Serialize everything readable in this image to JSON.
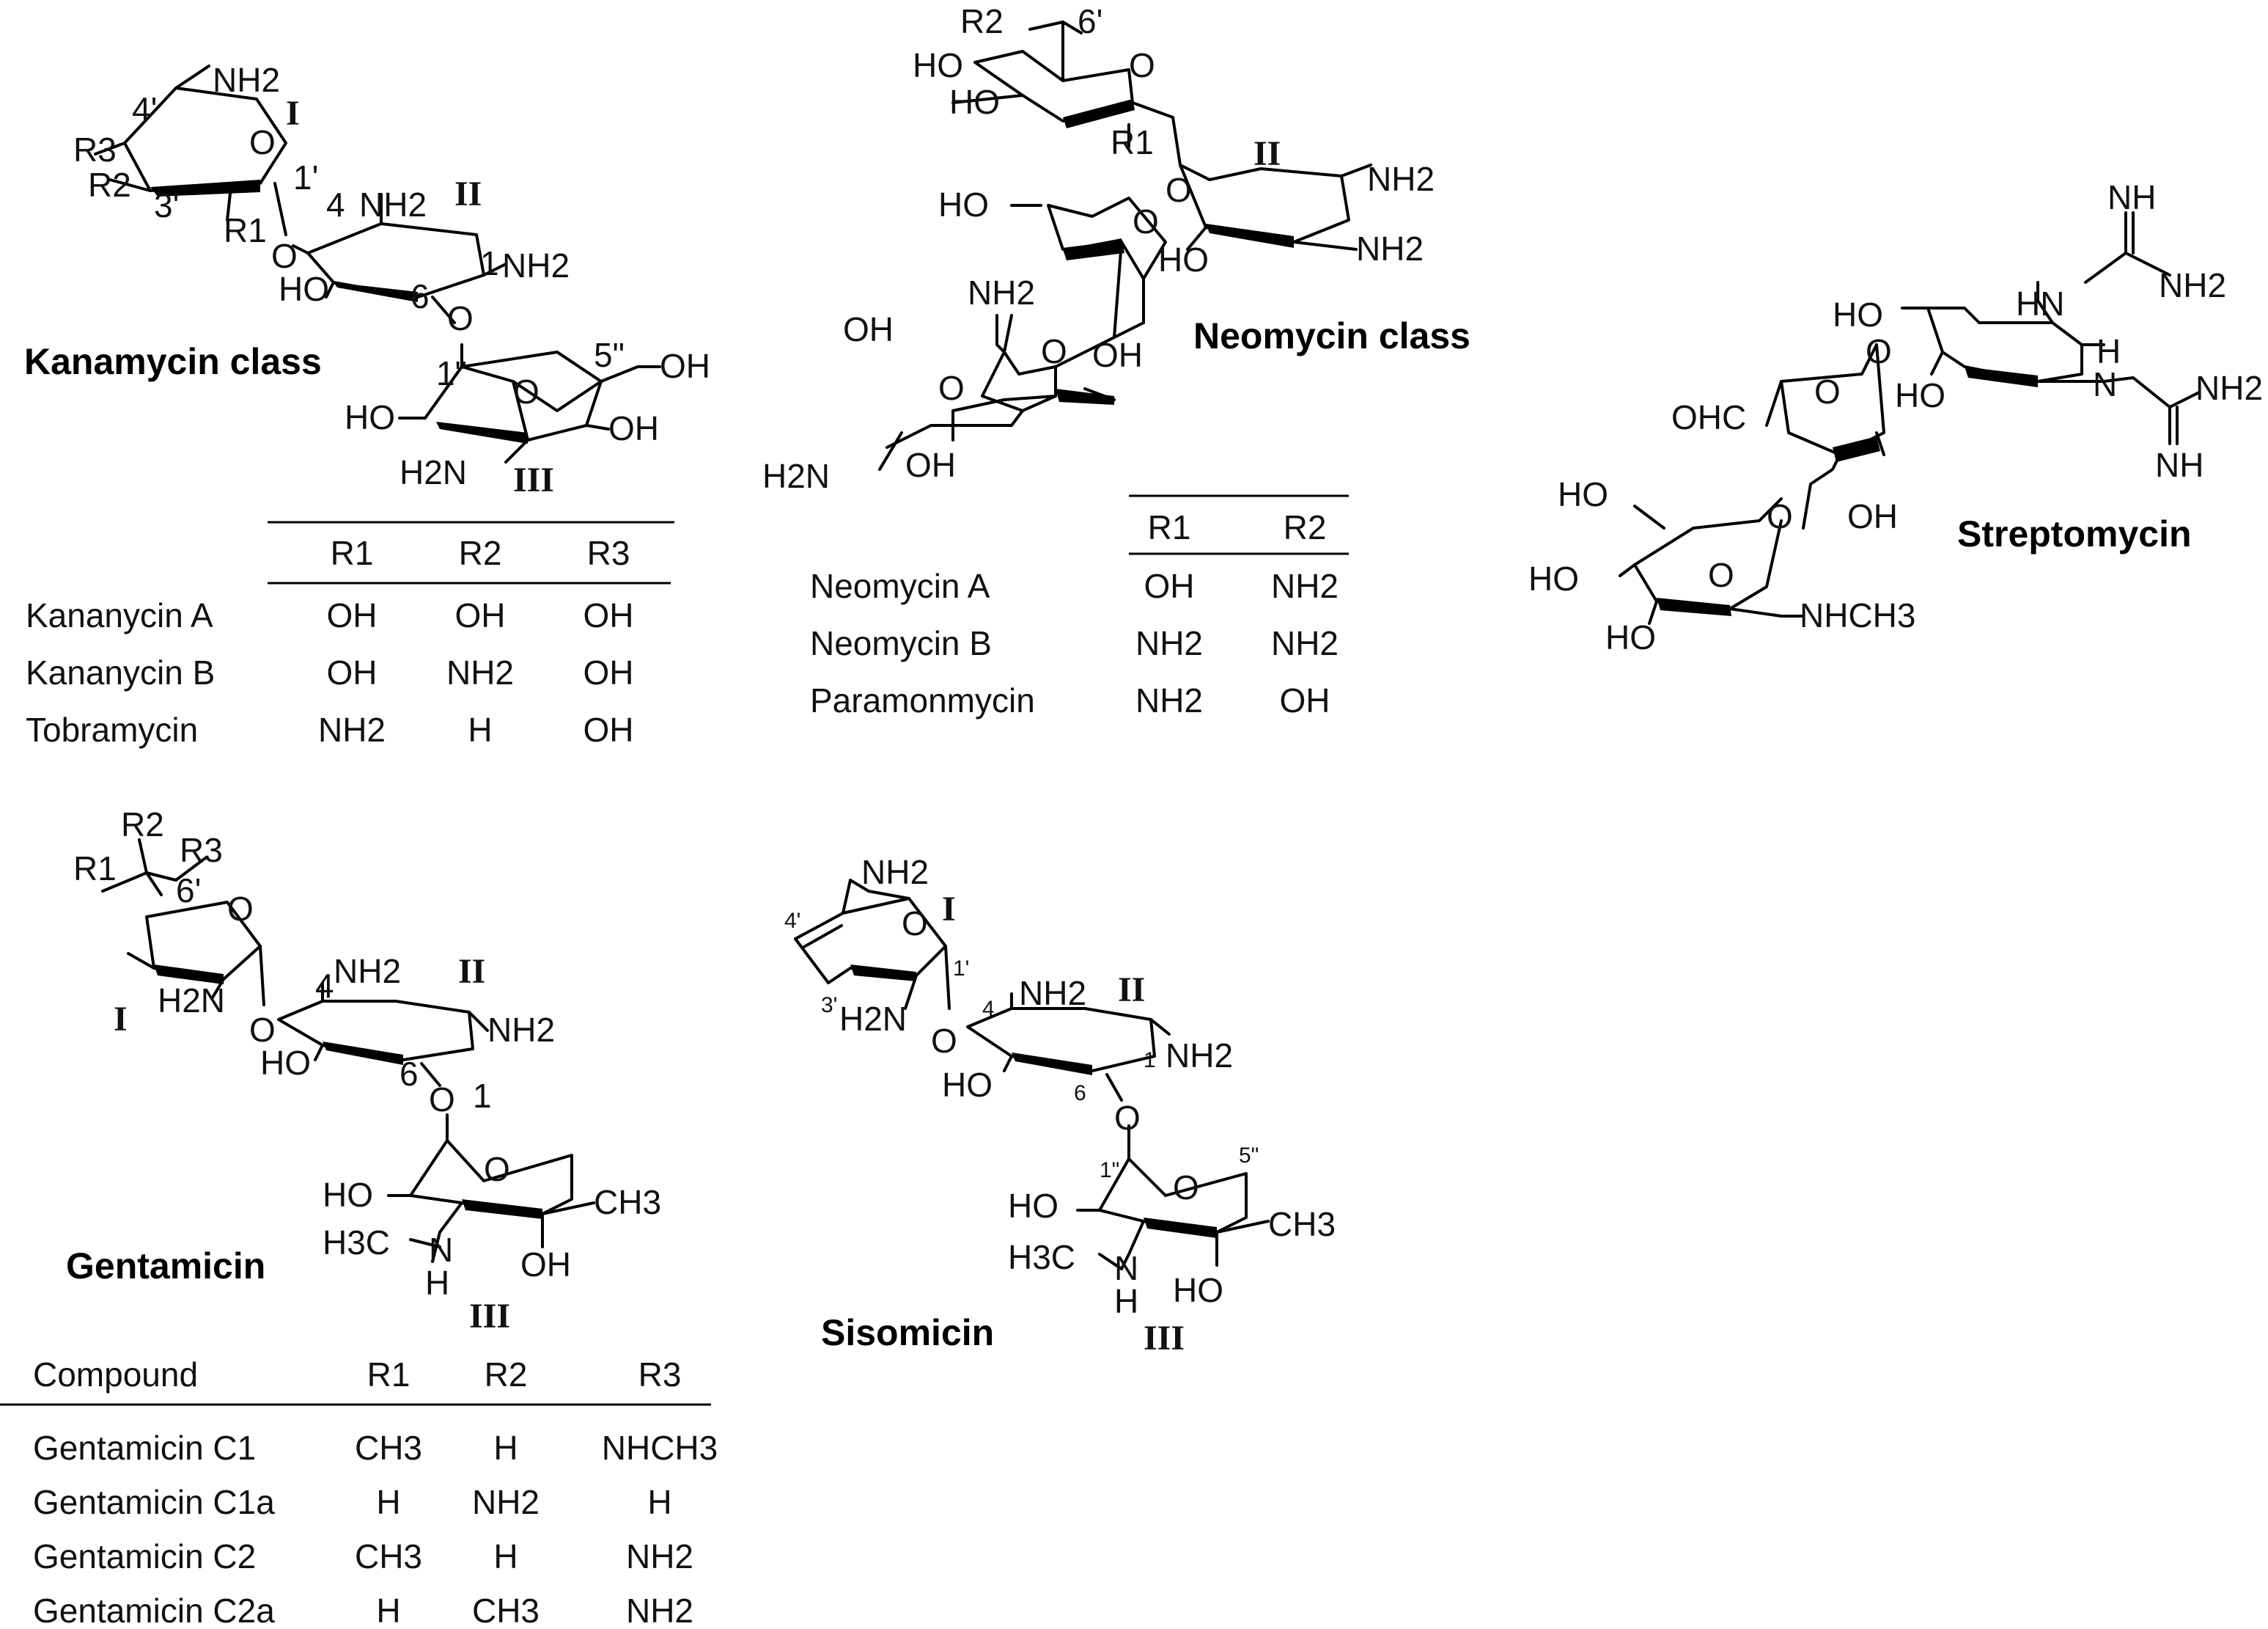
{
  "kanamycin": {
    "title": "Kanamycin class",
    "labels": {
      "nh2_top": "NH2",
      "r3": "R3",
      "r2": "R2",
      "r1": "R1",
      "p4": "4'",
      "p3": "3'",
      "p1": "1'",
      "ring_o1": "O",
      "ring_o2": "O",
      "ring_o3": "O",
      "link_o1": "O",
      "c4": "4",
      "c6": "6",
      "c1": "1",
      "c1pp": "1\"",
      "c5pp": "5\"",
      "nh2_a": "NH2",
      "nh2_b": "NH2",
      "nh2_c": "H2N",
      "ho_a": "HO",
      "ho_b": "HO",
      "oh_a": "OH",
      "oh_b": "OH",
      "ring_i": "I",
      "ring_ii": "II",
      "ring_iii": "III"
    },
    "table": {
      "headers": [
        "",
        "R1",
        "R2",
        "R3"
      ],
      "rows": [
        [
          "Kananycin  A",
          "OH",
          "OH",
          "OH"
        ],
        [
          "Kananycin  B",
          "OH",
          "NH2",
          "OH"
        ],
        [
          "Tobramycin",
          "NH2",
          "H",
          "OH"
        ]
      ]
    }
  },
  "neomycin": {
    "title": "Neomycin class",
    "labels": {
      "r2": "R2",
      "p6": "6'",
      "ho1": "HO",
      "ho2": "HO",
      "r1": "R1",
      "o_ring1": "O",
      "o_link1": "O",
      "ring_ii": "II",
      "nh2_1": "NH2",
      "nh2_2": "NH2",
      "ho3": "HO",
      "ho4": "HO",
      "o_ring2": "O",
      "nh2_3": "NH2",
      "oh1": "OH",
      "oh2": "OH",
      "oh3": "OH",
      "o_link2": "O",
      "o_ring3": "O",
      "h2n": "H2N"
    },
    "table": {
      "headers": [
        "",
        "R1",
        "R2"
      ],
      "rows": [
        [
          "Neomycin A",
          "OH",
          "NH2"
        ],
        [
          "Neomycin B",
          "NH2",
          "NH2"
        ],
        [
          "Paramonmycin",
          "NH2",
          "OH"
        ]
      ]
    }
  },
  "streptomycin": {
    "title": "Streptomycin",
    "labels": {
      "nh_top": "NH",
      "nh2_top": "NH2",
      "hn1": "HN",
      "ho1": "HO",
      "o_link1": "O",
      "h": "H",
      "n": "N",
      "nh2_2": "NH2",
      "nh_2": "NH",
      "ho2": "HO",
      "ohc": "OHC",
      "o_ring1": "O",
      "oh": "OH",
      "o_link2": "O",
      "ho3": "HO",
      "ho4": "HO",
      "o_ring2": "O",
      "ho5": "HO",
      "nhch3": "NHCH3"
    }
  },
  "gentamicin": {
    "title": "Gentamicin",
    "labels": {
      "r2": "R2",
      "r1": "R1",
      "r3": "R3",
      "p6": "6'",
      "o_ring1": "O",
      "ring_i": "I",
      "h2n": "H2N",
      "o_link1": "O",
      "c4": "4",
      "nh2_1": "NH2",
      "ring_ii": "II",
      "nh2_2": "NH2",
      "ho1": "HO",
      "c6": "6",
      "o_link2": "O",
      "c1": "1",
      "o_ring3": "O",
      "ho2": "HO",
      "ch3": "CH3",
      "h3c": "H3C",
      "n": "N",
      "h": "H",
      "oh": "OH",
      "ring_iii": "III"
    },
    "table": {
      "headers": [
        "Compound",
        "R1",
        "R2",
        "R3"
      ],
      "rows": [
        [
          "Gentamicin C1",
          "CH3",
          "H",
          "NHCH3"
        ],
        [
          "Gentamicin C1a",
          "H",
          "NH2",
          "H"
        ],
        [
          "Gentamicin C2",
          "CH3",
          "H",
          "NH2"
        ],
        [
          "Gentamicin C2a",
          "H",
          "CH3",
          "NH2"
        ]
      ]
    }
  },
  "sisomicin": {
    "title": "Sisomicin",
    "labels": {
      "nh2_top": "NH2",
      "o_ring1": "O",
      "ring_i": "I",
      "p4": "4'",
      "p1": "1'",
      "p3": "3'",
      "h2n": "H2N",
      "o_link1": "O",
      "c4": "4",
      "nh2_1": "NH2",
      "ring_ii": "II",
      "nh2_2": "NH2",
      "c1": "1",
      "ho1": "HO",
      "c6": "6",
      "o_link2": "O",
      "c1pp": "1\"",
      "c5pp": "5\"",
      "o_ring2": "O",
      "ho2": "HO",
      "ch3": "CH3",
      "h3c": "H3C",
      "n": "N",
      "h": "H",
      "ho3": "HO",
      "ring_iii": "III"
    }
  }
}
